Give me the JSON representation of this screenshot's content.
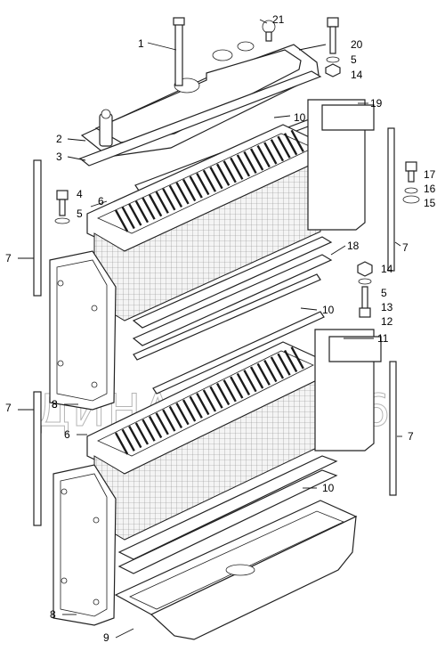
{
  "watermark": "ДИНАМИКА 76",
  "callouts": [
    {
      "id": "c1",
      "text": "1"
    },
    {
      "id": "c2",
      "text": "2"
    },
    {
      "id": "c3",
      "text": "3"
    },
    {
      "id": "c4",
      "text": "4"
    },
    {
      "id": "c5a",
      "text": "5"
    },
    {
      "id": "c6a",
      "text": "6"
    },
    {
      "id": "c7a",
      "text": "7"
    },
    {
      "id": "c8a",
      "text": "8"
    },
    {
      "id": "c10a",
      "text": "10"
    },
    {
      "id": "c21",
      "text": "21"
    },
    {
      "id": "c20",
      "text": "20"
    },
    {
      "id": "c5b",
      "text": "5"
    },
    {
      "id": "c14a",
      "text": "14"
    },
    {
      "id": "c19",
      "text": "19"
    },
    {
      "id": "c17",
      "text": "17"
    },
    {
      "id": "c16",
      "text": "16"
    },
    {
      "id": "c15",
      "text": "15"
    },
    {
      "id": "c7b",
      "text": "7"
    },
    {
      "id": "c18",
      "text": "18"
    },
    {
      "id": "c14b",
      "text": "14"
    },
    {
      "id": "c5c",
      "text": "5"
    },
    {
      "id": "c13",
      "text": "13"
    },
    {
      "id": "c12",
      "text": "12"
    },
    {
      "id": "c10b",
      "text": "10"
    },
    {
      "id": "c11",
      "text": "11"
    },
    {
      "id": "c7c",
      "text": "7"
    },
    {
      "id": "c8b",
      "text": "8"
    },
    {
      "id": "c6b",
      "text": "6"
    },
    {
      "id": "c7d",
      "text": "7"
    },
    {
      "id": "c10c",
      "text": "10"
    },
    {
      "id": "c8c",
      "text": "8"
    },
    {
      "id": "c9",
      "text": "9"
    }
  ]
}
